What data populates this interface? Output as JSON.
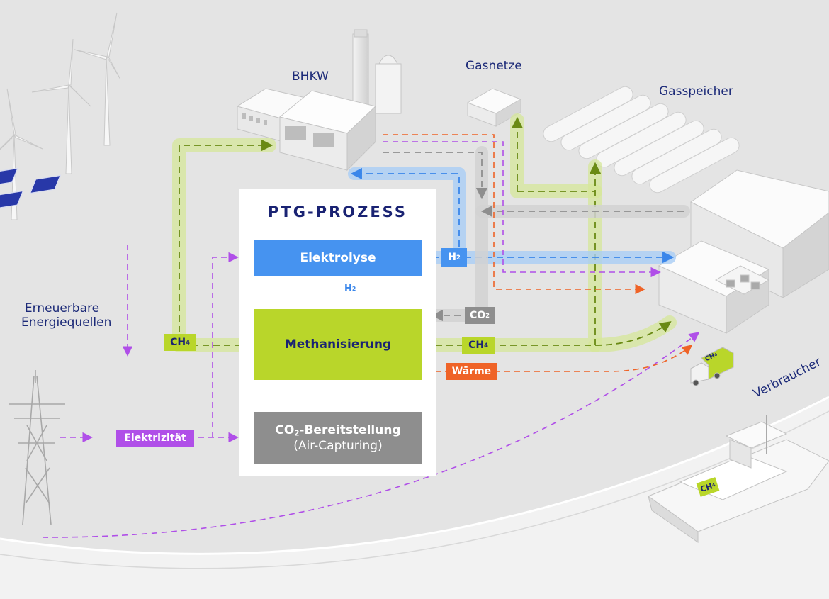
{
  "colors": {
    "background": "#e4e4e4",
    "elektrolyse": "#4693f0",
    "methanisierung": "#b9d62a",
    "co2": "#8e8e8e",
    "elektrizitaet": "#b04fe8",
    "waerme": "#ef6327",
    "title_navy": "#1a2373"
  },
  "labels": {
    "bhkw": "BHKW",
    "gasnetze": "Gasnetze",
    "gasspeicher": "Gasspeicher",
    "erneuerbare_1": "Erneuerbare",
    "erneuerbare_2": "Energiequellen",
    "verbraucher": "Verbraucher"
  },
  "ptg": {
    "title": "PTG-PROZESS",
    "elektrolyse": "Elektrolyse",
    "methanisierung": "Methanisierung",
    "co2_bereitstellung_pre": "CO",
    "co2_bereitstellung_sub": "2",
    "co2_bereitstellung_post": "-Bereitstellung",
    "air_capturing": "(Air-Capturing)"
  },
  "tags": {
    "h2_main": "H",
    "h2_main_sub": "2",
    "h2_small": "H",
    "h2_small_sub": "2",
    "co2": "CO",
    "co2_sub": "2",
    "ch4_left": "CH",
    "ch4_left_sub": "4",
    "ch4_right": "CH",
    "ch4_right_sub": "4",
    "ch4_ship": "CH",
    "ch4_ship_sub": "4",
    "ch4_truck": "CH",
    "ch4_truck_sub": "4",
    "waerme": "Wärme",
    "elektrizitaet": "Elektrizität"
  }
}
